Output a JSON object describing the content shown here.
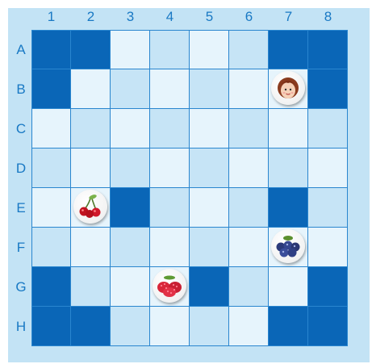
{
  "columns": [
    "1",
    "2",
    "3",
    "4",
    "5",
    "6",
    "7",
    "8"
  ],
  "rows": [
    "A",
    "B",
    "C",
    "D",
    "E",
    "F",
    "G",
    "H"
  ],
  "colors": {
    "dark": "#0a66b7",
    "mid": "#c6e4f6",
    "light": "#e6f4fc",
    "label": "#1979c4"
  },
  "board": [
    [
      "dark",
      "dark",
      "light",
      "mid",
      "light",
      "mid",
      "dark",
      "dark"
    ],
    [
      "dark",
      "light",
      "mid",
      "light",
      "mid",
      "light",
      "light",
      "dark"
    ],
    [
      "light",
      "mid",
      "light",
      "mid",
      "light",
      "mid",
      "light",
      "mid"
    ],
    [
      "mid",
      "light",
      "mid",
      "light",
      "mid",
      "light",
      "mid",
      "light"
    ],
    [
      "light",
      "light",
      "dark",
      "mid",
      "light",
      "mid",
      "dark",
      "mid"
    ],
    [
      "mid",
      "light",
      "mid",
      "light",
      "mid",
      "light",
      "light",
      "light"
    ],
    [
      "dark",
      "mid",
      "light",
      "light",
      "dark",
      "mid",
      "light",
      "dark"
    ],
    [
      "dark",
      "dark",
      "mid",
      "light",
      "mid",
      "light",
      "dark",
      "dark"
    ]
  ],
  "pieces": [
    {
      "row": "B",
      "col": "7",
      "icon": "girl-face-icon"
    },
    {
      "row": "E",
      "col": "2",
      "icon": "cherries-icon"
    },
    {
      "row": "F",
      "col": "7",
      "icon": "blueberries-icon"
    },
    {
      "row": "G",
      "col": "4",
      "icon": "raspberries-icon"
    }
  ]
}
